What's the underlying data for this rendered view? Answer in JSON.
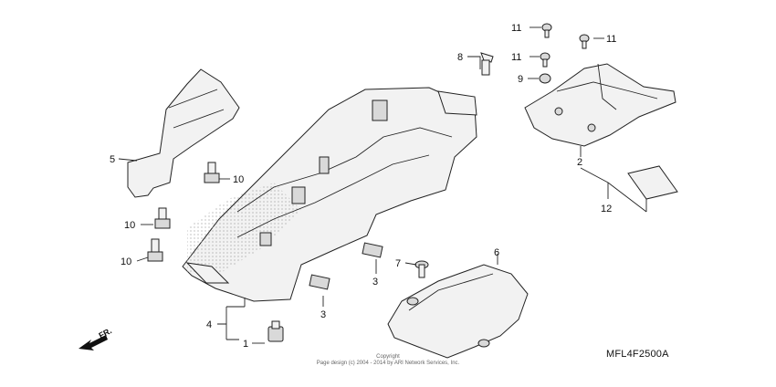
{
  "diagram": {
    "code": "MFL4F2500A",
    "direction_label": "FR.",
    "copyright_line1": "Copyright",
    "copyright_line2": "Page design (c) 2004 - 2014 by ARI Network Services, Inc.",
    "colors": {
      "line": "#222222",
      "fill": "#f2f2f2",
      "background": "#ffffff"
    }
  },
  "callouts": {
    "c1": "1",
    "c2": "2",
    "c3a": "3",
    "c3b": "3",
    "c4": "4",
    "c5": "5",
    "c6": "6",
    "c7": "7",
    "c8": "8",
    "c9": "9",
    "c10a": "10",
    "c10b": "10",
    "c10c": "10",
    "c11a": "11",
    "c11b": "11",
    "c11c": "11",
    "c12": "12"
  }
}
